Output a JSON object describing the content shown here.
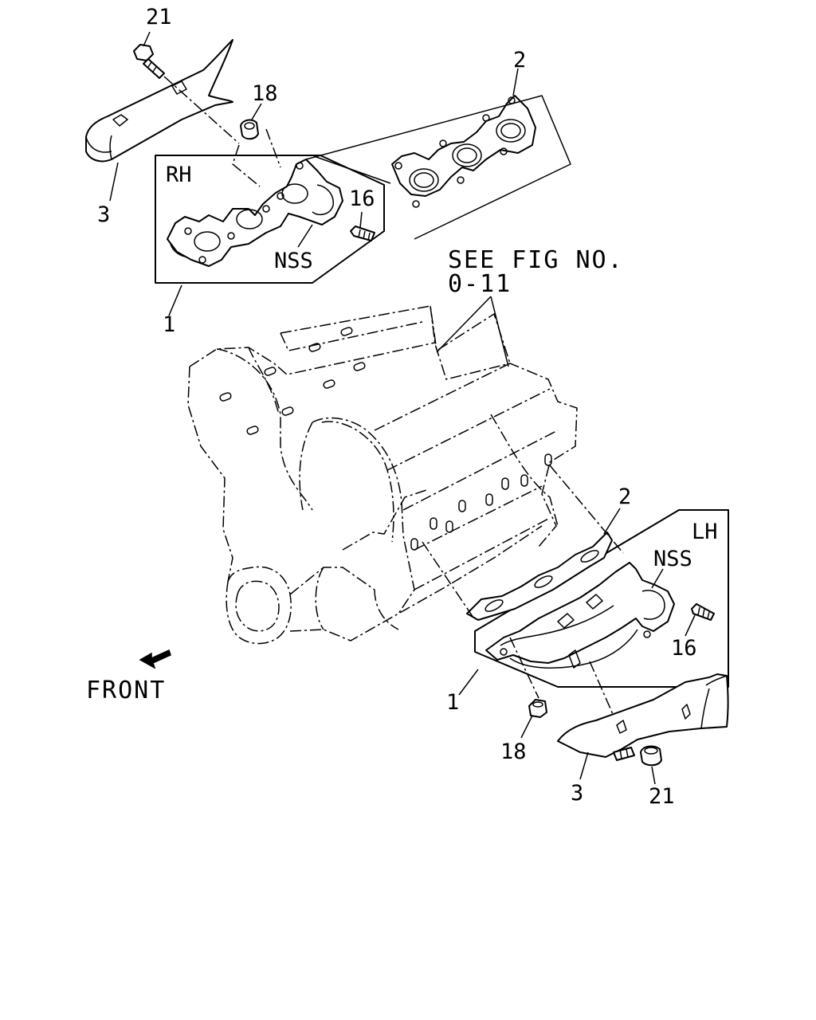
{
  "labels": {
    "callout_21_top": "21",
    "callout_2_top": "2",
    "callout_18_top": "18",
    "callout_16_top": "16",
    "callout_3_top": "3",
    "callout_nss_top": "NSS",
    "callout_1_top": "1",
    "rh": "RH",
    "see_fig_line1": "SEE FIG NO.",
    "see_fig_line2": "0-11",
    "callout_2_bottom": "2",
    "lh": "LH",
    "callout_nss_bottom": "NSS",
    "callout_16_bottom": "16",
    "callout_1_bottom": "1",
    "callout_18_bottom": "18",
    "callout_3_bottom": "3",
    "callout_21_bottom": "21",
    "front": "FRONT"
  }
}
